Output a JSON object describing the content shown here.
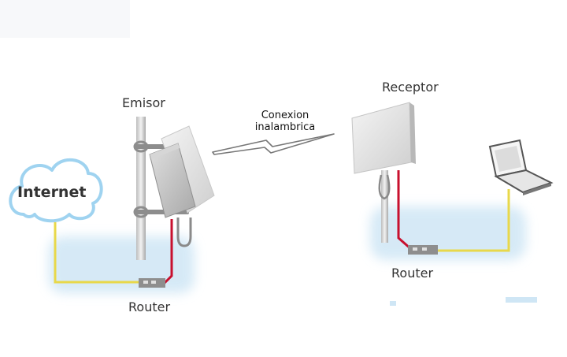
{
  "labels": {
    "emisor": "Emisor",
    "receptor": "Receptor",
    "conexion_line1": "Conexion",
    "conexion_line2": "inalambrica",
    "router_left": "Router",
    "router_right": "Router",
    "internet": "Internet"
  },
  "colors": {
    "ethernet_cable": "#e8d84a",
    "power_cable": "#c8102e",
    "glow": "#cfe6f5",
    "cloud_stroke": "#9fd3f0"
  }
}
